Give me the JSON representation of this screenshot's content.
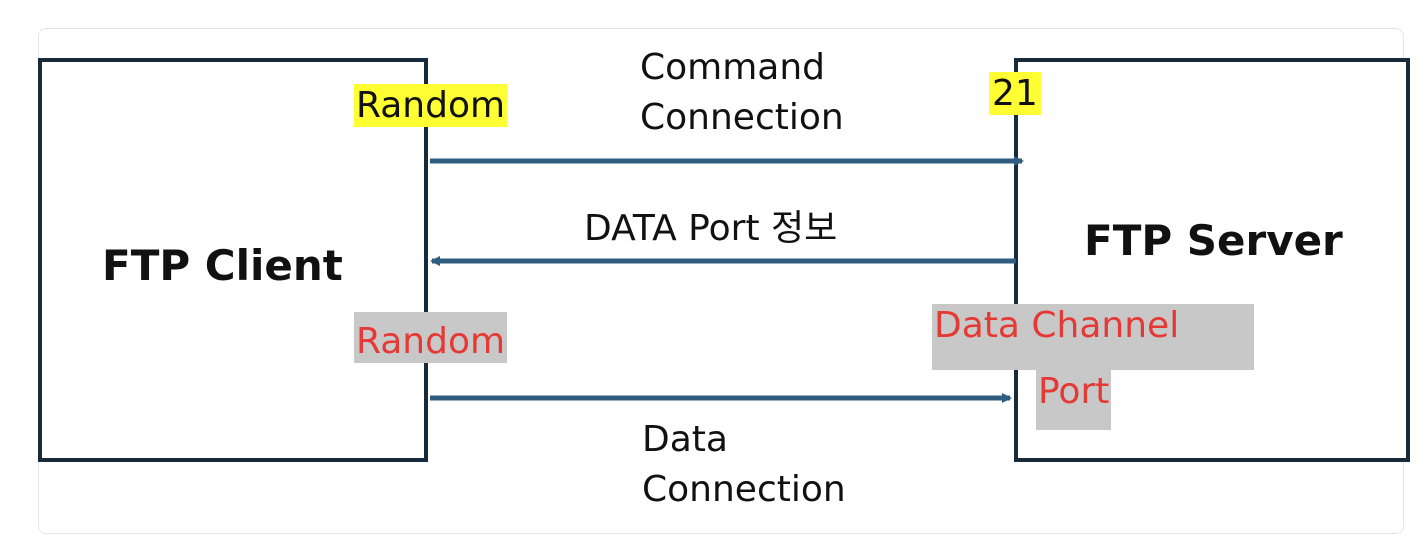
{
  "client": {
    "title": "FTP Client",
    "command_port": "Random",
    "data_port": "Random"
  },
  "server": {
    "title": "FTP Server",
    "command_port": "21",
    "data_port_line1": "Data Channel",
    "data_port_line2": "Port"
  },
  "arrows": {
    "command_line1": "Command",
    "command_line2": "Connection",
    "port_info": "DATA Port 정보",
    "data_line1": "Data",
    "data_line2": "Connection"
  },
  "colors": {
    "box_border": "#172b3a",
    "arrow": "#2f5d80",
    "highlight_yellow": "#ffff33",
    "highlight_gray": "#c8c8c8",
    "highlight_text_red": "#e53935"
  }
}
